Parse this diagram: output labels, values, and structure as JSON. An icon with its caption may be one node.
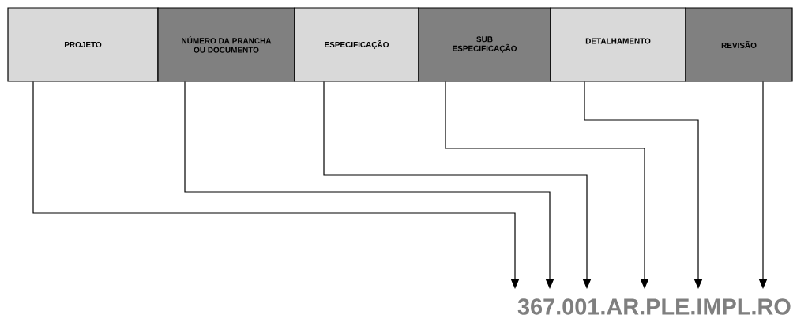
{
  "diagram": {
    "nodes": [
      {
        "text": [
          "PROJETO"
        ]
      },
      {
        "text": [
          "NÚMERO DA PRANCHA OU DOCUMENTO"
        ]
      },
      {
        "text": [
          "ESPECIFICAÇÃO"
        ]
      },
      {
        "text": [
          "SUB ESPECIFICAÇÃO"
        ]
      },
      {
        "text": [
          "DETALHAMENTO"
        ]
      },
      {
        "text": [
          "REVISÃO"
        ]
      },
      {
        "text": [
          "367.001.AR.PLE.IMPL.RO"
        ]
      }
    ],
    "edges": [
      {
        "from": 0,
        "to": 6,
        "arrow": "to"
      },
      {
        "from": 1,
        "to": 6,
        "arrow": "to"
      },
      {
        "from": 2,
        "to": 6,
        "arrow": "to"
      },
      {
        "from": 3,
        "to": 6,
        "arrow": "to"
      },
      {
        "from": 4,
        "to": 6,
        "arrow": "to"
      },
      {
        "from": 5,
        "to": 6,
        "arrow": "to"
      }
    ]
  }
}
